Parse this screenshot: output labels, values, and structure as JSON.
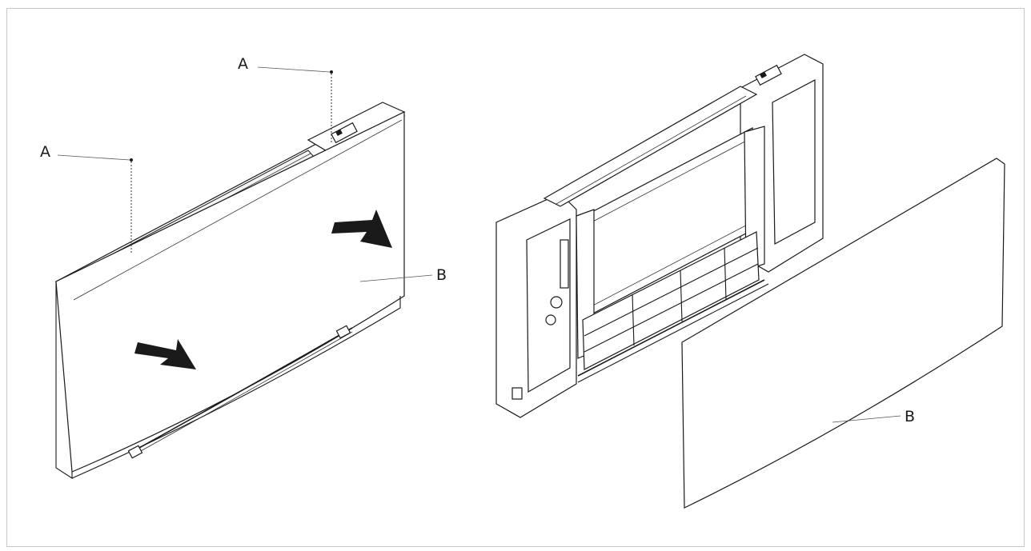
{
  "labels": {
    "screw_left": "A",
    "screw_right": "A",
    "panel_closed": "B",
    "panel_removed": "B"
  }
}
